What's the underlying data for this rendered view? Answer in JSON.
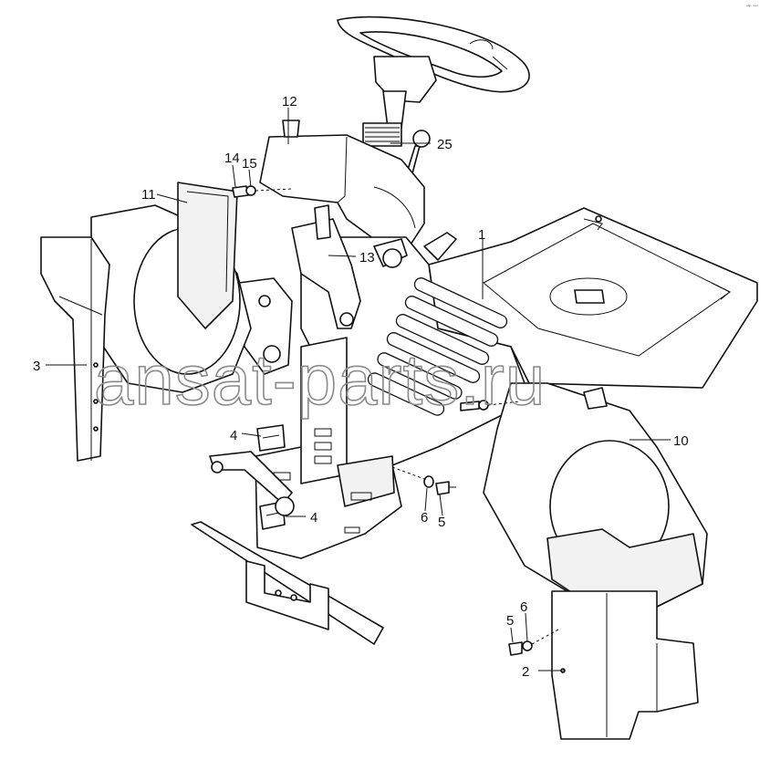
{
  "corner_mark": "ᵃᵗᵖ ᵒᵒᵒ",
  "watermark": "ansat-parts.ru",
  "callouts": [
    {
      "id": "c1",
      "text": "1"
    },
    {
      "id": "c2",
      "text": "2"
    },
    {
      "id": "c3",
      "text": "3"
    },
    {
      "id": "c4a",
      "text": "4"
    },
    {
      "id": "c4b",
      "text": "4"
    },
    {
      "id": "c5a",
      "text": "5"
    },
    {
      "id": "c5b",
      "text": "5"
    },
    {
      "id": "c6a",
      "text": "6"
    },
    {
      "id": "c6b",
      "text": "6"
    },
    {
      "id": "c10",
      "text": "10"
    },
    {
      "id": "c11",
      "text": "11"
    },
    {
      "id": "c12",
      "text": "12"
    },
    {
      "id": "c13",
      "text": "13"
    },
    {
      "id": "c14",
      "text": "14"
    },
    {
      "id": "c15",
      "text": "15"
    },
    {
      "id": "c25",
      "text": "25"
    }
  ]
}
